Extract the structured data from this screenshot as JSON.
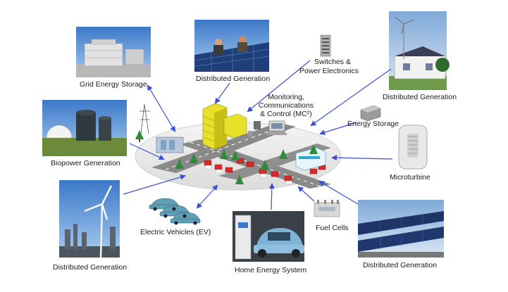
{
  "diagram": {
    "labels": {
      "grid_energy_storage": "Grid Energy Storage",
      "distributed_generation_top": "Distributed Generation",
      "switches_power_electronics_1": "Switches &",
      "switches_power_electronics_2": "Power Electronics",
      "distributed_generation_top_right": "Distributed Generation",
      "monitoring_1": "Monitoring,",
      "monitoring_2": "Communications",
      "monitoring_3": "& Control (MC²)",
      "energy_storage": "Energy Storage",
      "biopower_generation": "Biopower Generation",
      "microturbine": "Microturbine",
      "fuel_cells": "Fuel Cells",
      "electric_vehicles": "Electric Vehicles (EV)",
      "distributed_generation_bottom_left": "Distributed Generation",
      "home_energy_system": "Home Energy System",
      "distributed_generation_bottom_right": "Distributed Generation"
    },
    "colors": {
      "arrow": "#3a4fd6",
      "road": "#8a8a8a",
      "ground": "#e9e9e9",
      "building_yellow": "#e9e02a",
      "house_red": "#d42a2a",
      "tree": "#2e8b3a"
    }
  }
}
